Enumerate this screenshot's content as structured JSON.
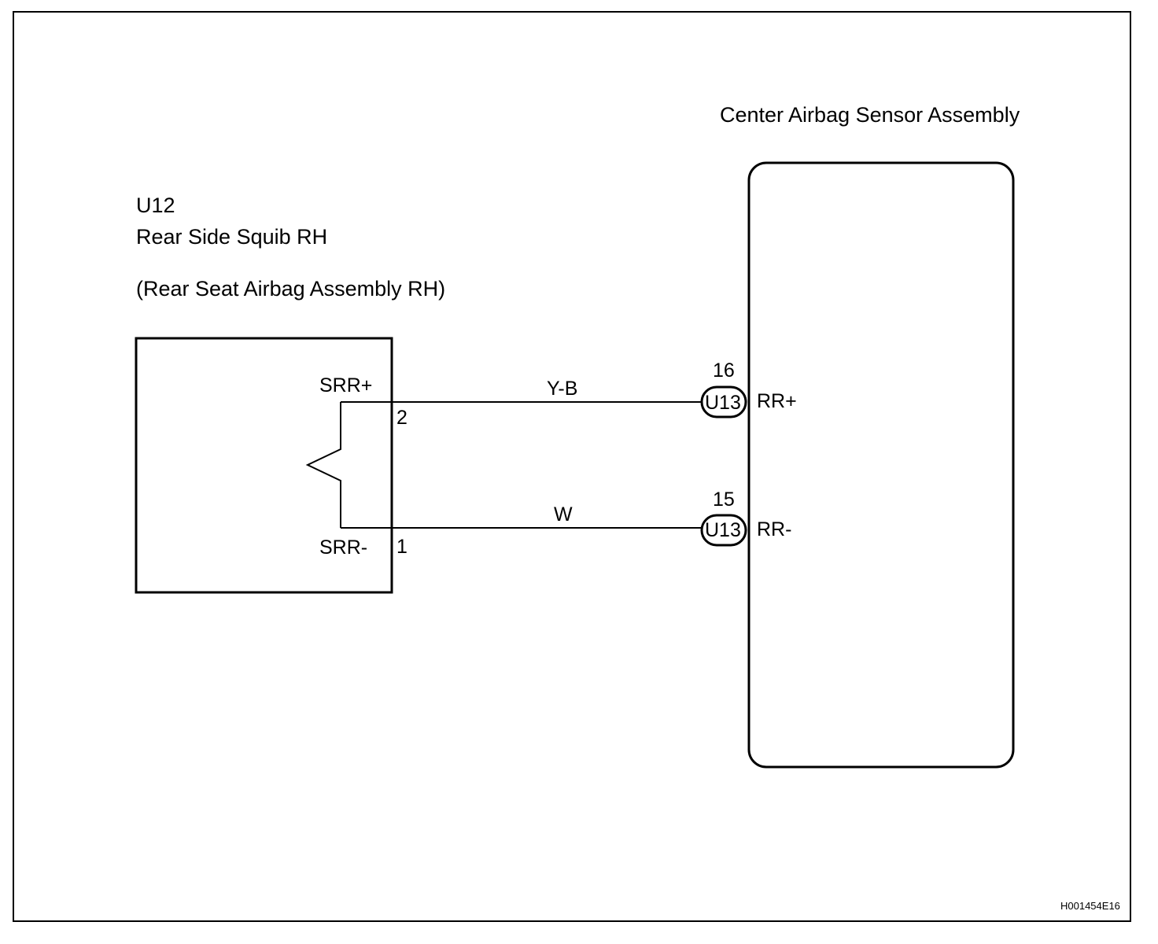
{
  "squib": {
    "code": "U12",
    "name": "Rear Side Squib RH",
    "assembly": "(Rear Seat Airbag Assembly RH)",
    "pin_plus_name": "SRR+",
    "pin_plus_no": "2",
    "pin_minus_name": "SRR-",
    "pin_minus_no": "1"
  },
  "sensor": {
    "name": "Center Airbag Sensor Assembly",
    "pin_plus_no": "16",
    "pin_plus_connector": "U13",
    "pin_plus_name": "RR+",
    "pin_minus_no": "15",
    "pin_minus_connector": "U13",
    "pin_minus_name": "RR-"
  },
  "wires": {
    "plus_color": "Y-B",
    "minus_color": "W"
  },
  "figure_code": "H001454E16"
}
